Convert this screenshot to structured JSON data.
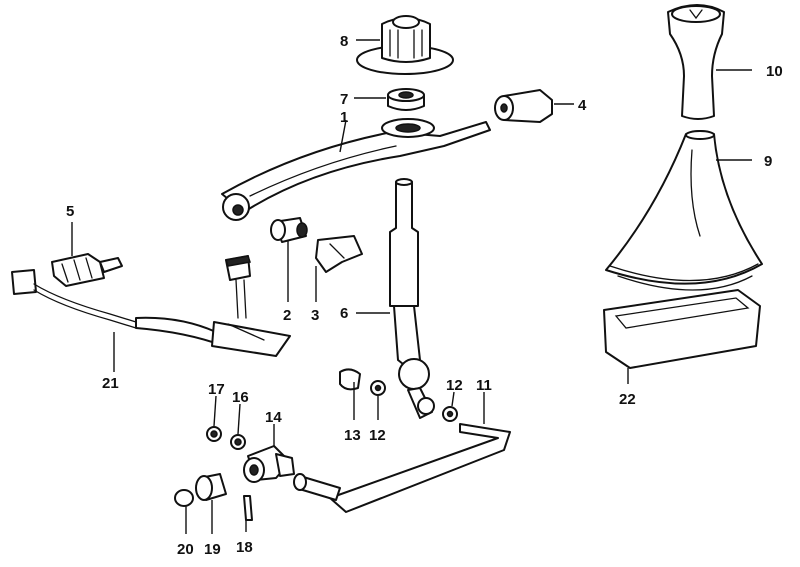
{
  "colors": {
    "line": "#111111",
    "background": "#ffffff"
  },
  "callouts": {
    "c1": "1",
    "c2": "2",
    "c3": "3",
    "c4": "4",
    "c5": "5",
    "c6": "6",
    "c7": "7",
    "c8": "8",
    "c9": "9",
    "c10": "10",
    "c11": "11",
    "c12a": "12",
    "c12b": "12",
    "c13": "13",
    "c14": "14",
    "c16": "16",
    "c17": "17",
    "c18": "18",
    "c19": "19",
    "c20": "20",
    "c21": "21",
    "c22": "22"
  }
}
